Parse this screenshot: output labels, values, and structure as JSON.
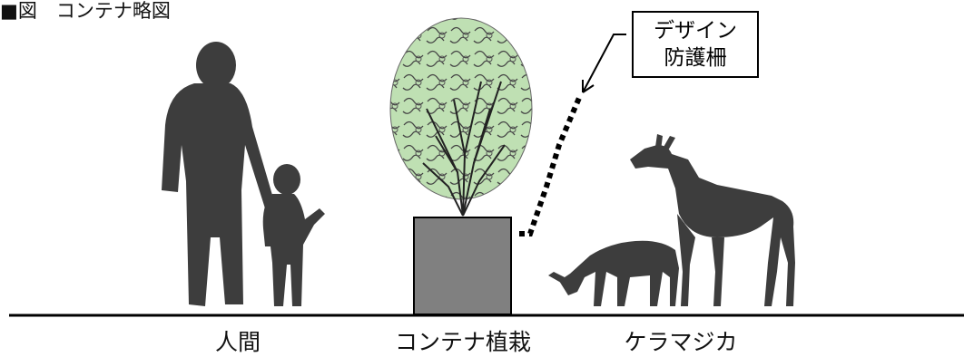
{
  "title": "■図　コンテナ略図",
  "callout": {
    "line1": "デザイン",
    "line2": "防護柵"
  },
  "labels": {
    "human": "人間",
    "container": "コンテナ植栽",
    "deer": "ケラマジカ"
  },
  "colors": {
    "silhouette": "#3d3d3d",
    "container": "#808080",
    "foliage": "#bfe0b3",
    "ground": "#000000"
  },
  "icons": [
    "adult-silhouette-icon",
    "child-silhouette-icon",
    "tree-icon",
    "deer-icon",
    "fawn-icon"
  ]
}
